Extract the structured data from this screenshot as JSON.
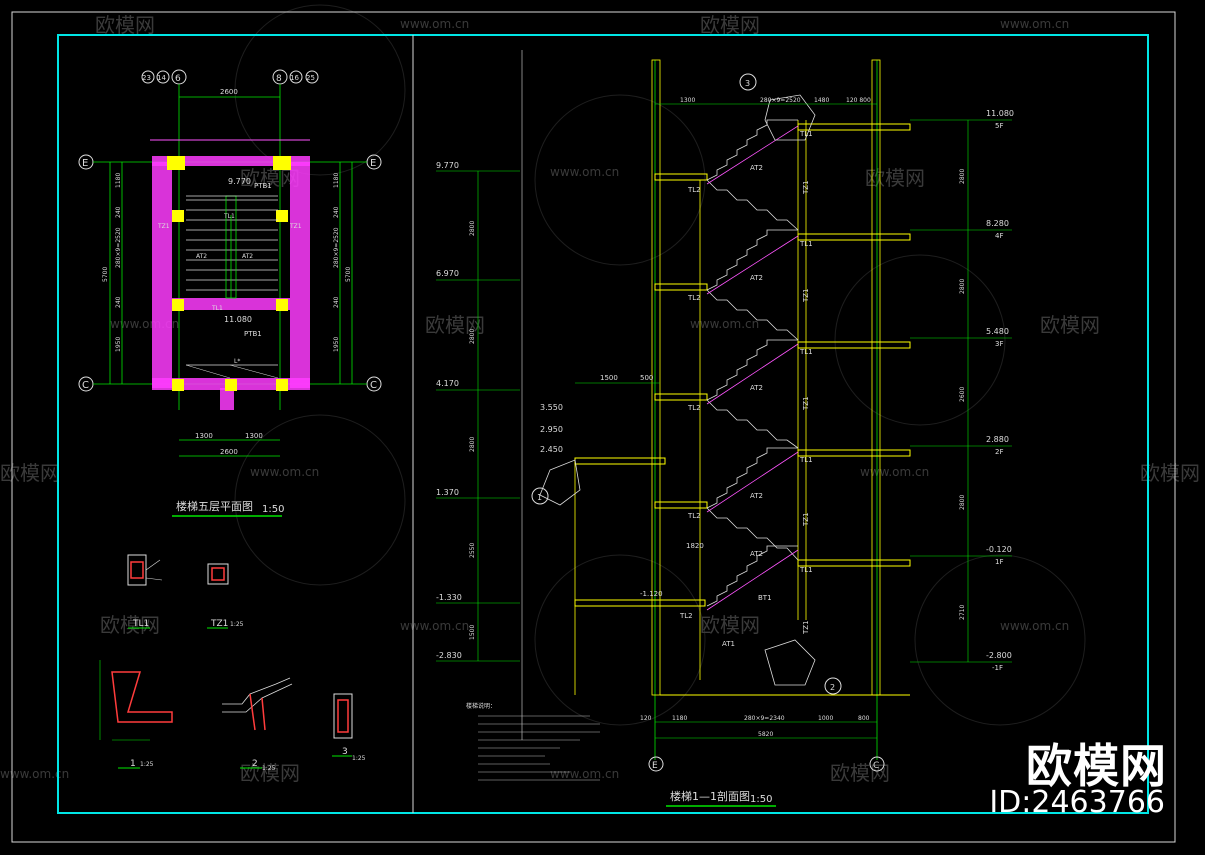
{
  "plan": {
    "title": "楼梯五层平面图",
    "scale": "1:50",
    "axis_labels": [
      "23",
      "14",
      "6",
      "8",
      "16",
      "25"
    ],
    "axis_e": "E",
    "axis_c": "C",
    "dims": {
      "top": "2600",
      "bottom_left": "1300",
      "bottom_right": "1300",
      "bottom_total": "2600",
      "left_1180": "1180",
      "left_240a": "240",
      "left_steps": "280×9=2520",
      "left_240b": "240",
      "left_1950": "1950",
      "left_total": "5700",
      "right_1180": "1180",
      "right_240a": "240",
      "right_steps": "280×9=2520",
      "right_240b": "240",
      "right_1950": "1950",
      "right_total": "5700"
    },
    "elev_top": "9.770",
    "elev_mid": "11.080",
    "ptb1_top": "PTB1",
    "ptb1_mid": "PTB1",
    "tl1_top": "TL1",
    "tl1_mid": "TL1",
    "tz1_left": "TZ1",
    "tz1_right": "TZ1",
    "at2_left": "AT2",
    "at2_right": "AT2",
    "l_mark": "L*"
  },
  "details": {
    "tl1_label": "TL1",
    "tz1_label": "TZ1",
    "tz1_scale": "1:25",
    "d1_label": "1",
    "d1_scale": "1:25",
    "d2_label": "2",
    "d2_scale": "1:25",
    "d3_label": "3",
    "d3_scale": "1:25"
  },
  "section": {
    "title": "楼梯1—1剖面图",
    "scale": "1:50",
    "axis_e": "E",
    "axis_c": "C",
    "elev_left": [
      "9.770",
      "6.970",
      "4.170",
      "3.550",
      "2.950",
      "2.450",
      "1.370",
      "-1.330",
      "-2.830"
    ],
    "elev_right": [
      "11.080",
      "8.280",
      "5.480",
      "2.880",
      "-0.120",
      "-2.800"
    ],
    "floors": [
      "5F",
      "4F",
      "3F",
      "2F",
      "1F",
      "-1F"
    ],
    "dims_left": [
      "2800",
      "2800",
      "2800",
      "2550",
      "1500"
    ],
    "dims_right": [
      "2800",
      "2800",
      "2600",
      "2800",
      "2710"
    ],
    "dims_bottom": [
      "120",
      "1180",
      "280×9=2340",
      "1000",
      "800"
    ],
    "dim_total": "5820",
    "top_dims": [
      "1300",
      "280×9=2520",
      "1480",
      "120 800"
    ],
    "stair_tl1": "TL1",
    "stair_tl2": "TL2",
    "stair_at2": "AT2",
    "stair_tz1": "TZ1",
    "stair_bt1": "BT1",
    "stair_at1": "AT1",
    "dim_1500": "1500",
    "dim_500": "500",
    "dim_1820": "1820",
    "dim_1120": "-1.120",
    "callout_1": "1",
    "callout_2": "2",
    "callout_3": "3",
    "notes_title": "楼梯说明："
  },
  "watermark": {
    "text": "欧模网",
    "url": "www.om.cn",
    "brand": "欧模网",
    "id": "ID:2463766"
  }
}
